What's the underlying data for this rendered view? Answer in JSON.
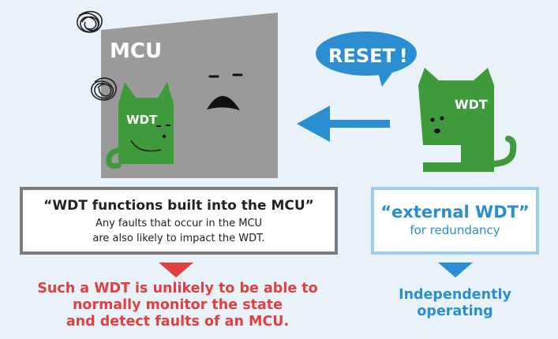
{
  "mcu": {
    "label": "MCU"
  },
  "inner_wdt": {
    "label": "WDT"
  },
  "external_wdt": {
    "label": "WDT"
  },
  "speech": {
    "text": "RESET !"
  },
  "left_box": {
    "title": "“WDT functions built into the MCU”",
    "line1": "Any faults that occur in the MCU",
    "line2": "are also likely to impact the WDT."
  },
  "right_box": {
    "title": "“external WDT”",
    "subtitle": "for redundancy"
  },
  "left_conclusion": {
    "line1": "Such a WDT is unlikely to be able to",
    "line2": "normally monitor the state",
    "line3": "and detect faults of an MCU."
  },
  "right_conclusion": {
    "line1": "Independently",
    "line2": "operating"
  },
  "colors": {
    "background": "#e9f2f9",
    "mcu_gray": "#9a9a9a",
    "wdt_green": "#3f9a3c",
    "accent_blue": "#2a8ed0",
    "warning_red": "#e0403f"
  }
}
